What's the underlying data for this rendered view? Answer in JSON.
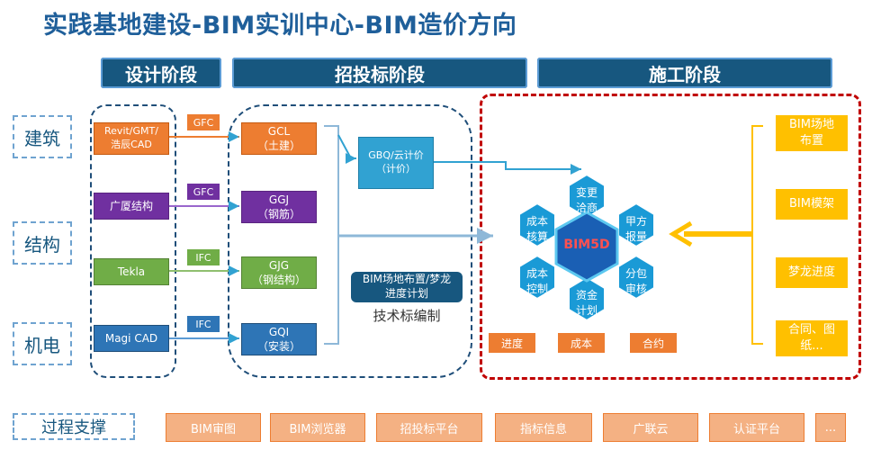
{
  "title": "实践基地建设-BIM实训中心-BIM造价方向",
  "phases": {
    "design": "设计阶段",
    "bidding": "招投标阶段",
    "construction": "施工阶段"
  },
  "row_labels": {
    "architecture": "建筑",
    "structure": "结构",
    "mep": "机电",
    "support": "过程支撑"
  },
  "design_tools": {
    "revit": "Revit/GMT/\n浩辰CAD",
    "guangsha": "广厦结构",
    "tekla": "Tekla",
    "magicad": "Magi CAD"
  },
  "formats": {
    "gfc1": "GFC",
    "gfc2": "GFC",
    "ifc1": "IFC",
    "ifc2": "IFC"
  },
  "bid_tools": {
    "gcl": "GCL\n（土建）",
    "ggj": "GGJ\n（钢筋）",
    "gjg": "GJG\n（钢结构）",
    "gqi": "GQI\n（安装）"
  },
  "gbq": "GBQ/云计价\n（计价）",
  "bim_venue": "BIM场地布置/梦龙\n进度计划",
  "tech_bid": "技术标编制",
  "bim5d": {
    "center": "BIM5D",
    "top": "变更\n洽商",
    "top_right": "甲方\n报量",
    "bottom_right": "分包\n审核",
    "bottom": "资金\n计划",
    "bottom_left": "成本\n控制",
    "top_left": "成本\n核算"
  },
  "outputs": {
    "progress": "进度",
    "cost": "成本",
    "contract": "合约"
  },
  "right_tools": {
    "site": "BIM场地\n布置",
    "formwork": "BIM模架",
    "menglong": "梦龙进度",
    "contract_drawings": "合同、图\n纸..."
  },
  "support_items": [
    "BIM审图",
    "BIM浏览器",
    "招投标平台",
    "指标信息",
    "广联云",
    "认证平台",
    "..."
  ],
  "colors": {
    "phase": "#17577f",
    "orange": "#ed7d31",
    "purple": "#7030a0",
    "green": "#70ad47",
    "blue": "#2e75b6",
    "hex": "#1a9ad6",
    "red_border": "#c00000",
    "yellow": "#ffc000"
  }
}
